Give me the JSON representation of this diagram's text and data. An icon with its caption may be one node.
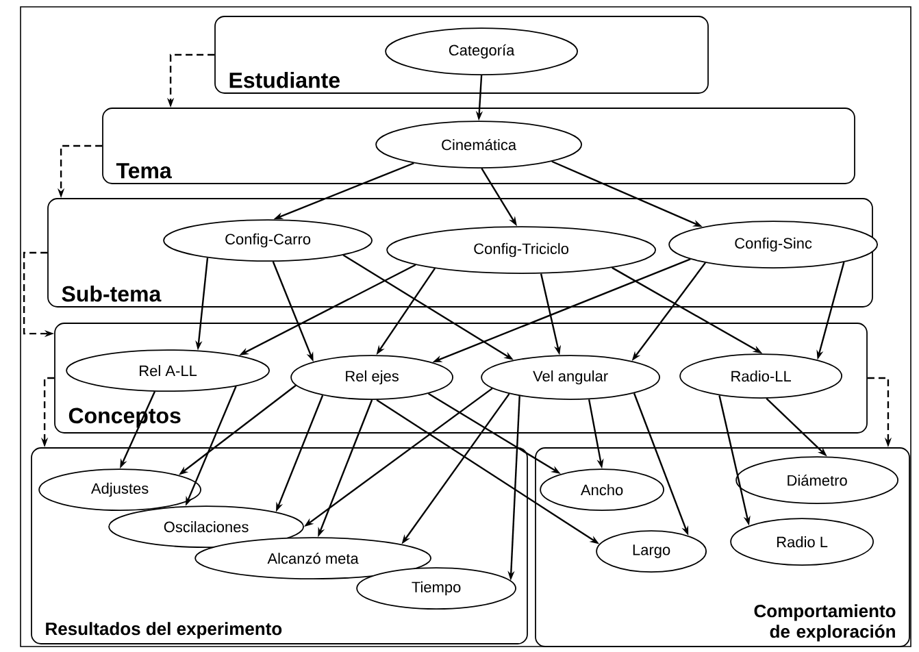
{
  "diagram": {
    "nodes": [
      {
        "text": [
          "Estudiante"
        ]
      },
      {
        "text": [
          "Categoría"
        ],
        "in": 0
      },
      {
        "text": [
          "Tema"
        ]
      },
      {
        "text": [
          "Cinemática"
        ],
        "in": 2
      },
      {
        "text": [
          "Sub-tema"
        ]
      },
      {
        "text": [
          "Config-Carro"
        ],
        "in": 4
      },
      {
        "text": [
          "Config-Triciclo"
        ],
        "in": 4
      },
      {
        "text": [
          "Config-Sinc"
        ],
        "in": 4
      },
      {
        "text": [
          "Conceptos"
        ]
      },
      {
        "text": [
          "Rel A-LL"
        ],
        "in": 8
      },
      {
        "text": [
          "Rel ejes"
        ],
        "in": 8
      },
      {
        "text": [
          "Vel angular"
        ],
        "in": 8
      },
      {
        "text": [
          "Radio-LL"
        ],
        "in": 8
      },
      {
        "text": [
          "Resultados del experimento"
        ]
      },
      {
        "text": [
          "Adjustes"
        ],
        "in": 13
      },
      {
        "text": [
          "Oscilaciones"
        ],
        "in": 13
      },
      {
        "text": [
          "Alcanzó meta"
        ],
        "in": 13
      },
      {
        "text": [
          "Tiempo"
        ],
        "in": 13
      },
      {
        "text": [
          "Comportamiento de exploración"
        ]
      },
      {
        "text": [
          "Ancho"
        ],
        "in": 18
      },
      {
        "text": [
          "Largo"
        ],
        "in": 18
      },
      {
        "text": [
          "Diámetro"
        ],
        "in": 18
      },
      {
        "text": [
          "Radio L"
        ],
        "in": 18
      }
    ],
    "edges": [
      {
        "from": 1,
        "to": 3,
        "arrow": "to"
      },
      {
        "from": 3,
        "to": 5,
        "arrow": "to"
      },
      {
        "from": 3,
        "to": 6,
        "arrow": "to"
      },
      {
        "from": 3,
        "to": 7,
        "arrow": "to"
      },
      {
        "from": 5,
        "to": 9,
        "arrow": "to"
      },
      {
        "from": 5,
        "to": 10,
        "arrow": "to"
      },
      {
        "from": 5,
        "to": 11,
        "arrow": "to"
      },
      {
        "from": 6,
        "to": 9,
        "arrow": "to"
      },
      {
        "from": 6,
        "to": 10,
        "arrow": "to"
      },
      {
        "from": 6,
        "to": 11,
        "arrow": "to"
      },
      {
        "from": 6,
        "to": 12,
        "arrow": "to"
      },
      {
        "from": 7,
        "to": 10,
        "arrow": "to"
      },
      {
        "from": 7,
        "to": 11,
        "arrow": "to"
      },
      {
        "from": 7,
        "to": 12,
        "arrow": "to"
      },
      {
        "from": 9,
        "to": 14,
        "arrow": "to"
      },
      {
        "from": 9,
        "to": 15,
        "arrow": "to"
      },
      {
        "from": 10,
        "to": 14,
        "arrow": "to"
      },
      {
        "from": 10,
        "to": 15,
        "arrow": "to"
      },
      {
        "from": 10,
        "to": 16,
        "arrow": "to"
      },
      {
        "from": 10,
        "to": 19,
        "arrow": "to"
      },
      {
        "from": 10,
        "to": 20,
        "arrow": "to"
      },
      {
        "from": 11,
        "to": 15,
        "arrow": "to"
      },
      {
        "from": 11,
        "to": 16,
        "arrow": "to"
      },
      {
        "from": 11,
        "to": 17,
        "arrow": "to"
      },
      {
        "from": 11,
        "to": 19,
        "arrow": "to"
      },
      {
        "from": 11,
        "to": 20,
        "arrow": "to"
      },
      {
        "from": 12,
        "to": 21,
        "arrow": "to"
      },
      {
        "from": 12,
        "to": 22,
        "arrow": "to"
      },
      {
        "from": 0,
        "to": 2,
        "arrow": "to",
        "style": "dashed"
      },
      {
        "from": 2,
        "to": 4,
        "arrow": "to",
        "style": "dashed"
      },
      {
        "from": 4,
        "to": 8,
        "arrow": "to",
        "style": "dashed"
      },
      {
        "from": 8,
        "to": 13,
        "arrow": "to",
        "style": "dashed"
      },
      {
        "from": 8,
        "to": 18,
        "arrow": "to",
        "style": "dashed"
      }
    ]
  }
}
